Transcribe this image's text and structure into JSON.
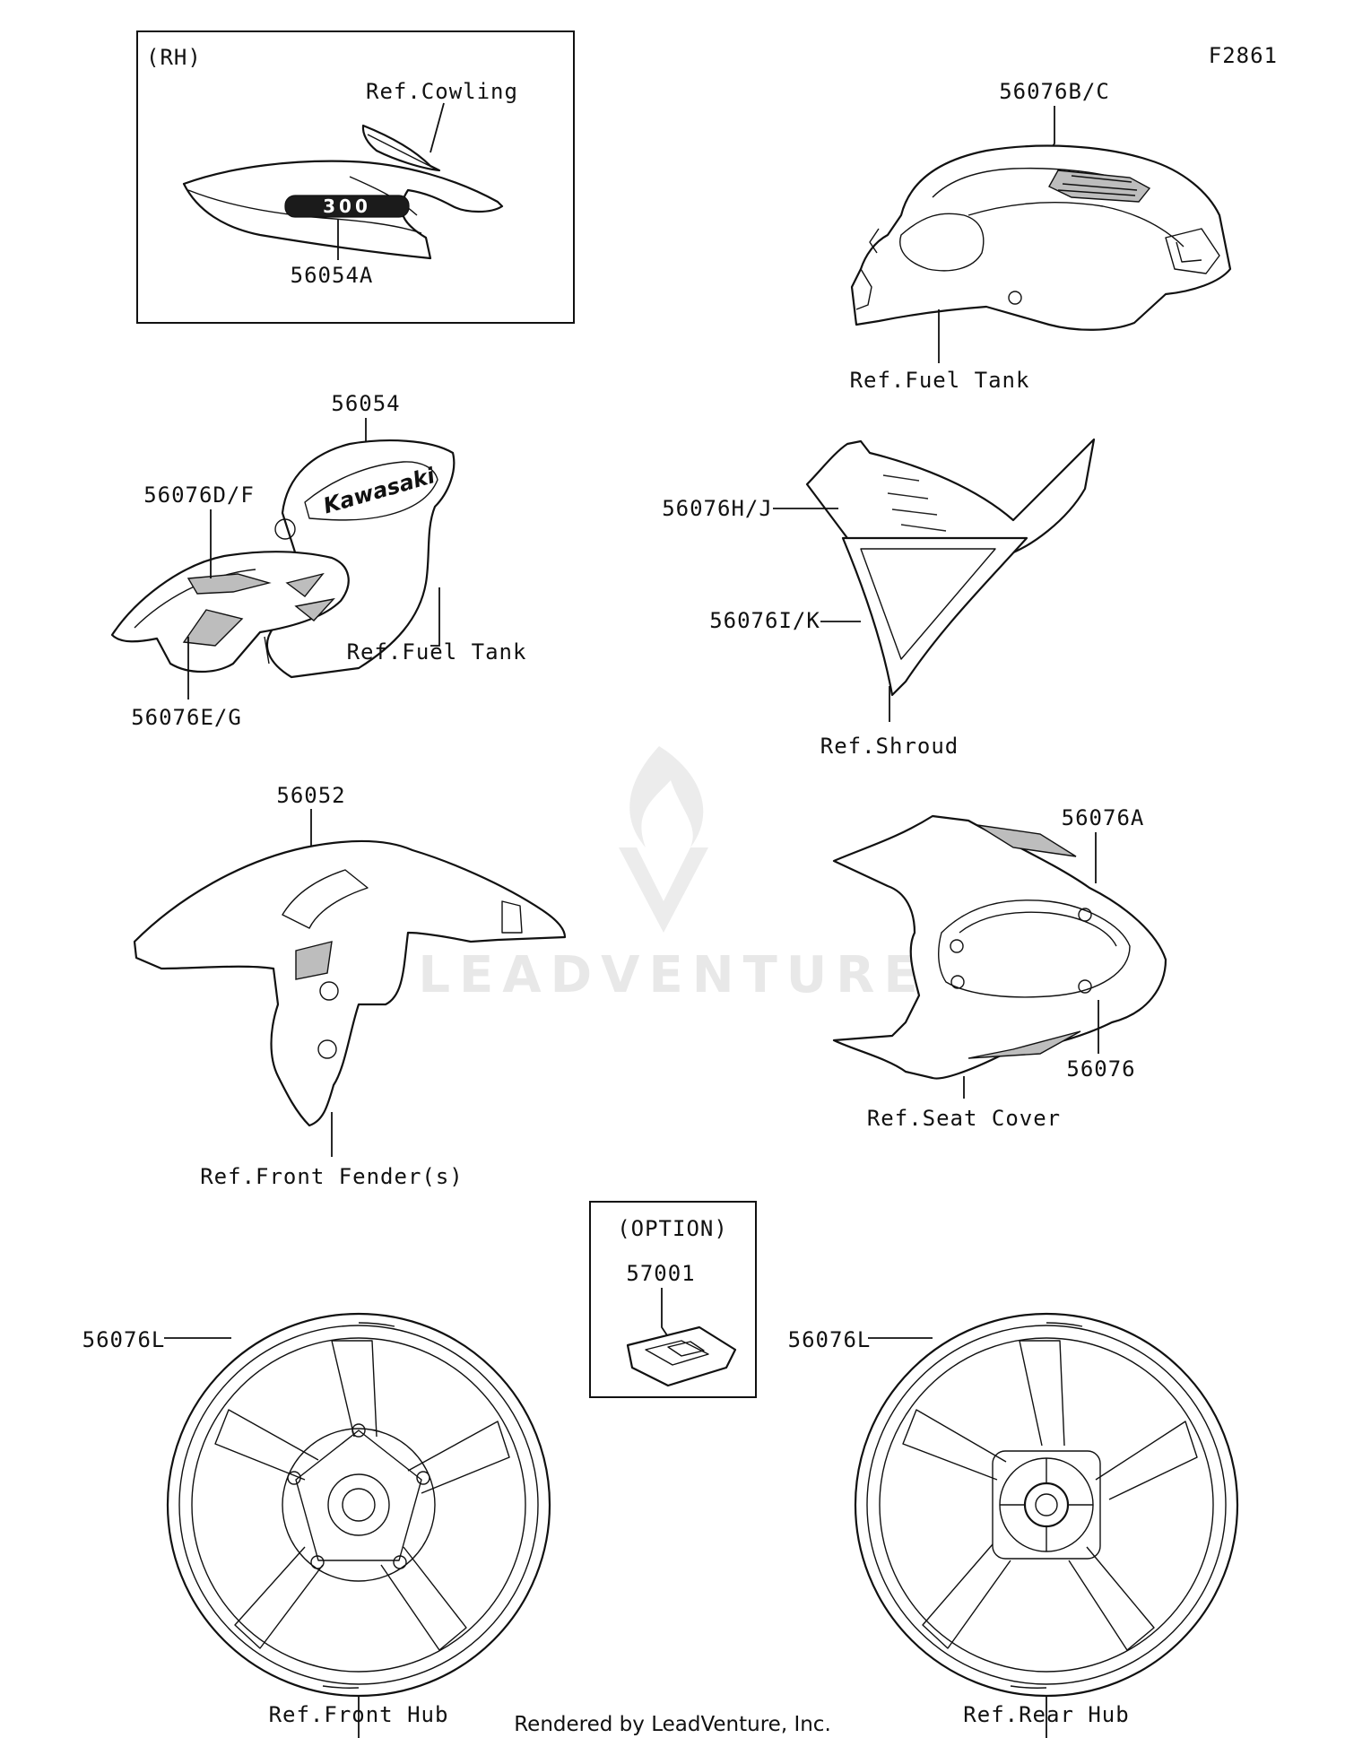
{
  "diagram_code": "F2861",
  "watermark_text": "LEADVENTURE",
  "footer": "Rendered by LeadVenture, Inc.",
  "rh_box": {
    "title": "(RH)",
    "ref_cowling": "Ref.Cowling",
    "part": "56054A"
  },
  "fuel_tank_group": {
    "part": "56076B/C",
    "ref": "Ref.Fuel Tank"
  },
  "side_cover_group": {
    "part_top": "56054",
    "part_df": "56076D/F",
    "part_eg": "56076E/G",
    "ref": "Ref.Fuel Tank"
  },
  "shroud_group": {
    "part_hj": "56076H/J",
    "part_ik": "56076I/K",
    "ref": "Ref.Shroud"
  },
  "fender_group": {
    "part": "56052",
    "ref": "Ref.Front Fender(s)"
  },
  "seat_group": {
    "part_a": "56076A",
    "part": "56076",
    "ref": "Ref.Seat Cover"
  },
  "option_box": {
    "title": "(OPTION)",
    "part": "57001"
  },
  "front_wheel": {
    "part": "56076L",
    "ref": "Ref.Front Hub"
  },
  "rear_wheel": {
    "part": "56076L",
    "ref": "Ref.Rear Hub"
  }
}
